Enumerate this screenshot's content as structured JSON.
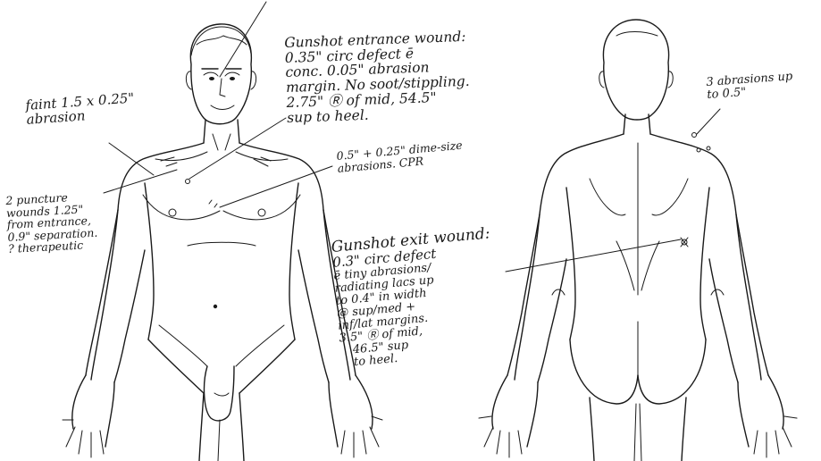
{
  "notes": {
    "entrance": {
      "line1": "Gunshot entrance wound:",
      "line2": "0.35\" circ defect ē",
      "line3": "conc. 0.05\" abrasion",
      "line4": "margin. No soot/stippling.",
      "line5": "2.75\" Ⓡ of mid, 54.5\"",
      "line6": "sup to heel."
    },
    "faint": {
      "line1": "faint 1.5 x 0.25\"",
      "line2": "abrasion"
    },
    "dimeabrasions": {
      "line1": "0.5\" + 0.25\" dime-size",
      "line2": "abrasions. CPR"
    },
    "puncture": {
      "line1": "2 puncture",
      "line2": "wounds 1.25\"",
      "line3": "from entrance,",
      "line4": "0.9\" separation.",
      "line5": "? therapeutic"
    },
    "exit": {
      "line1": "Gunshot exit wound:",
      "line2": "0.3\" circ defect",
      "line3": "ē tiny abrasions/",
      "line4": "radiating lacs up",
      "line5": "to 0.4\" in width",
      "line6": "@ sup/med +",
      "line7": "inf/lat margins.",
      "line8": "3.5\" Ⓡ of mid,",
      "line9": "46.5\" sup",
      "line10": "to heel."
    },
    "back_abrasions": {
      "line1": "3 abrasions up",
      "line2": "to 0.5\""
    }
  },
  "colors": {
    "ink": "#1a1a1a",
    "paper": "#ffffff"
  }
}
